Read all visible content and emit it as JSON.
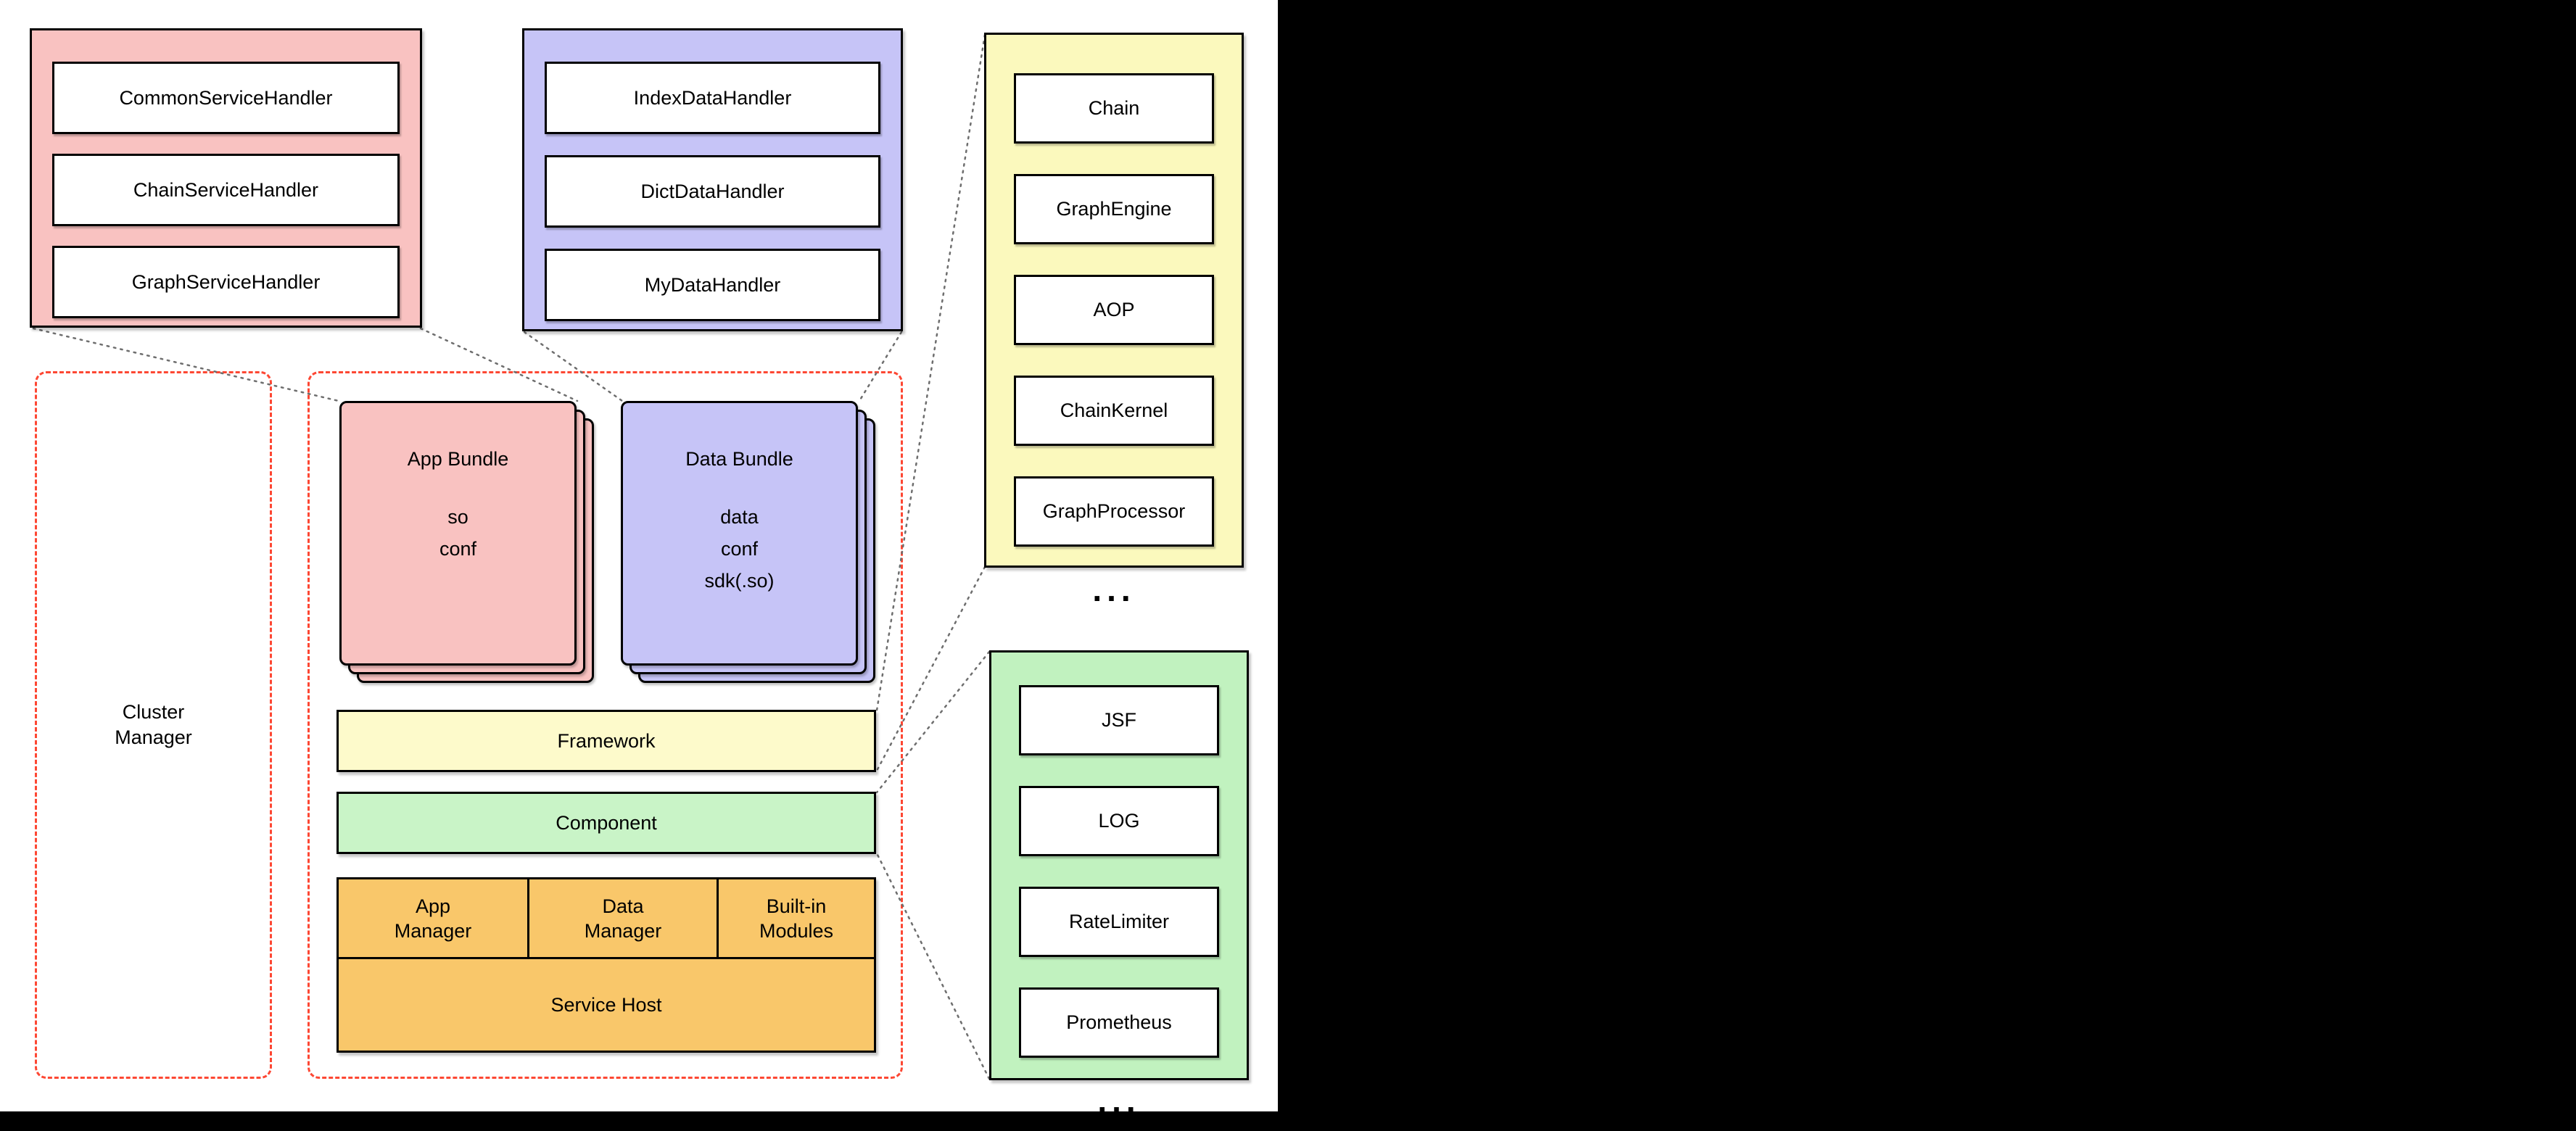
{
  "service_handlers": {
    "items": [
      "CommonServiceHandler",
      "ChainServiceHandler",
      "GraphServiceHandler"
    ]
  },
  "data_handlers": {
    "items": [
      "IndexDataHandler",
      "DictDataHandler",
      "MyDataHandler"
    ]
  },
  "framework_modules": {
    "items": [
      "Chain",
      "GraphEngine",
      "AOP",
      "ChainKernel",
      "GraphProcessor"
    ],
    "more": "..."
  },
  "component_modules": {
    "items": [
      "JSF",
      "LOG",
      "RateLimiter",
      "Prometheus"
    ],
    "more": "..."
  },
  "cluster_manager": {
    "label": "Cluster\nManager"
  },
  "app_bundle": {
    "title": "App Bundle",
    "contents": "so\nconf"
  },
  "data_bundle": {
    "title": "Data Bundle",
    "contents": "data\nconf\nsdk(.so)"
  },
  "layers": {
    "framework": "Framework",
    "component": "Component"
  },
  "host": {
    "app_manager": "App\nManager",
    "data_manager": "Data\nManager",
    "builtin_modules": "Built-in\nModules",
    "service_host": "Service Host"
  },
  "colors": {
    "pink": "#f9c2c1",
    "purple": "#c6c4f7",
    "yellow": "#fbf9bd",
    "green": "#c1f2bf",
    "framework_yellow": "#fdfacb",
    "component_green": "#c9f4c7",
    "orange": "#f9c76a",
    "dashed_red": "#fd4733",
    "connector_gray": "#6e6e6e"
  }
}
